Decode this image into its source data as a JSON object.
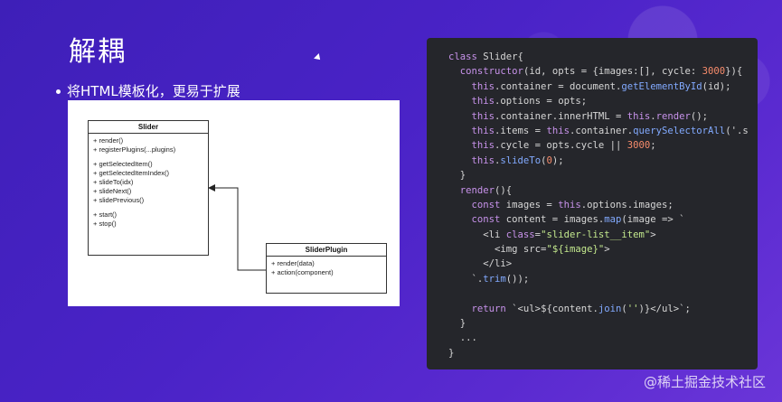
{
  "slide": {
    "title": "解耦",
    "bullet": "将HTML模板化，更易于扩展"
  },
  "diagram": {
    "slider": {
      "name": "Slider",
      "groups": [
        [
          "+ render()",
          "+ registerPlugins(...plugins)"
        ],
        [
          "+ getSelectedItem()",
          "+ getSelectedItemIndex()",
          "+ slideTo(idx)",
          "+ slideNext()",
          "+ slidePrevious()"
        ],
        [
          "+ start()",
          "+ stop()"
        ]
      ]
    },
    "plugin": {
      "name": "SliderPlugin",
      "items": [
        "+ render(data)",
        "+ action(component)"
      ]
    }
  },
  "code": {
    "lines": [
      "class Slider{",
      "  constructor(id, opts = {images:[], cycle: 3000}){",
      "    this.container = document.getElementById(id);",
      "    this.options = opts;",
      "    this.container.innerHTML = this.render();",
      "    this.items = this.container.querySelectorAll('.s",
      "    this.cycle = opts.cycle || 3000;",
      "    this.slideTo(0);",
      "  }",
      "  render(){",
      "    const images = this.options.images;",
      "    const content = images.map(image => `",
      "      <li class=\"slider-list__item\">",
      "        <img src=\"${image}\">",
      "      </li>",
      "    `.trim());",
      "",
      "    return `<ul>${content.join('')}</ul>`;",
      "  }",
      "  ...",
      "}"
    ]
  },
  "watermark": "@稀土掘金技术社区",
  "colors": {
    "background": "#4a23c7",
    "code_bg": "#25262b",
    "keyword": "#c792ea",
    "string": "#c3e88d",
    "number": "#f78c6c",
    "function": "#82aaff",
    "text": "#d6d6d6"
  }
}
